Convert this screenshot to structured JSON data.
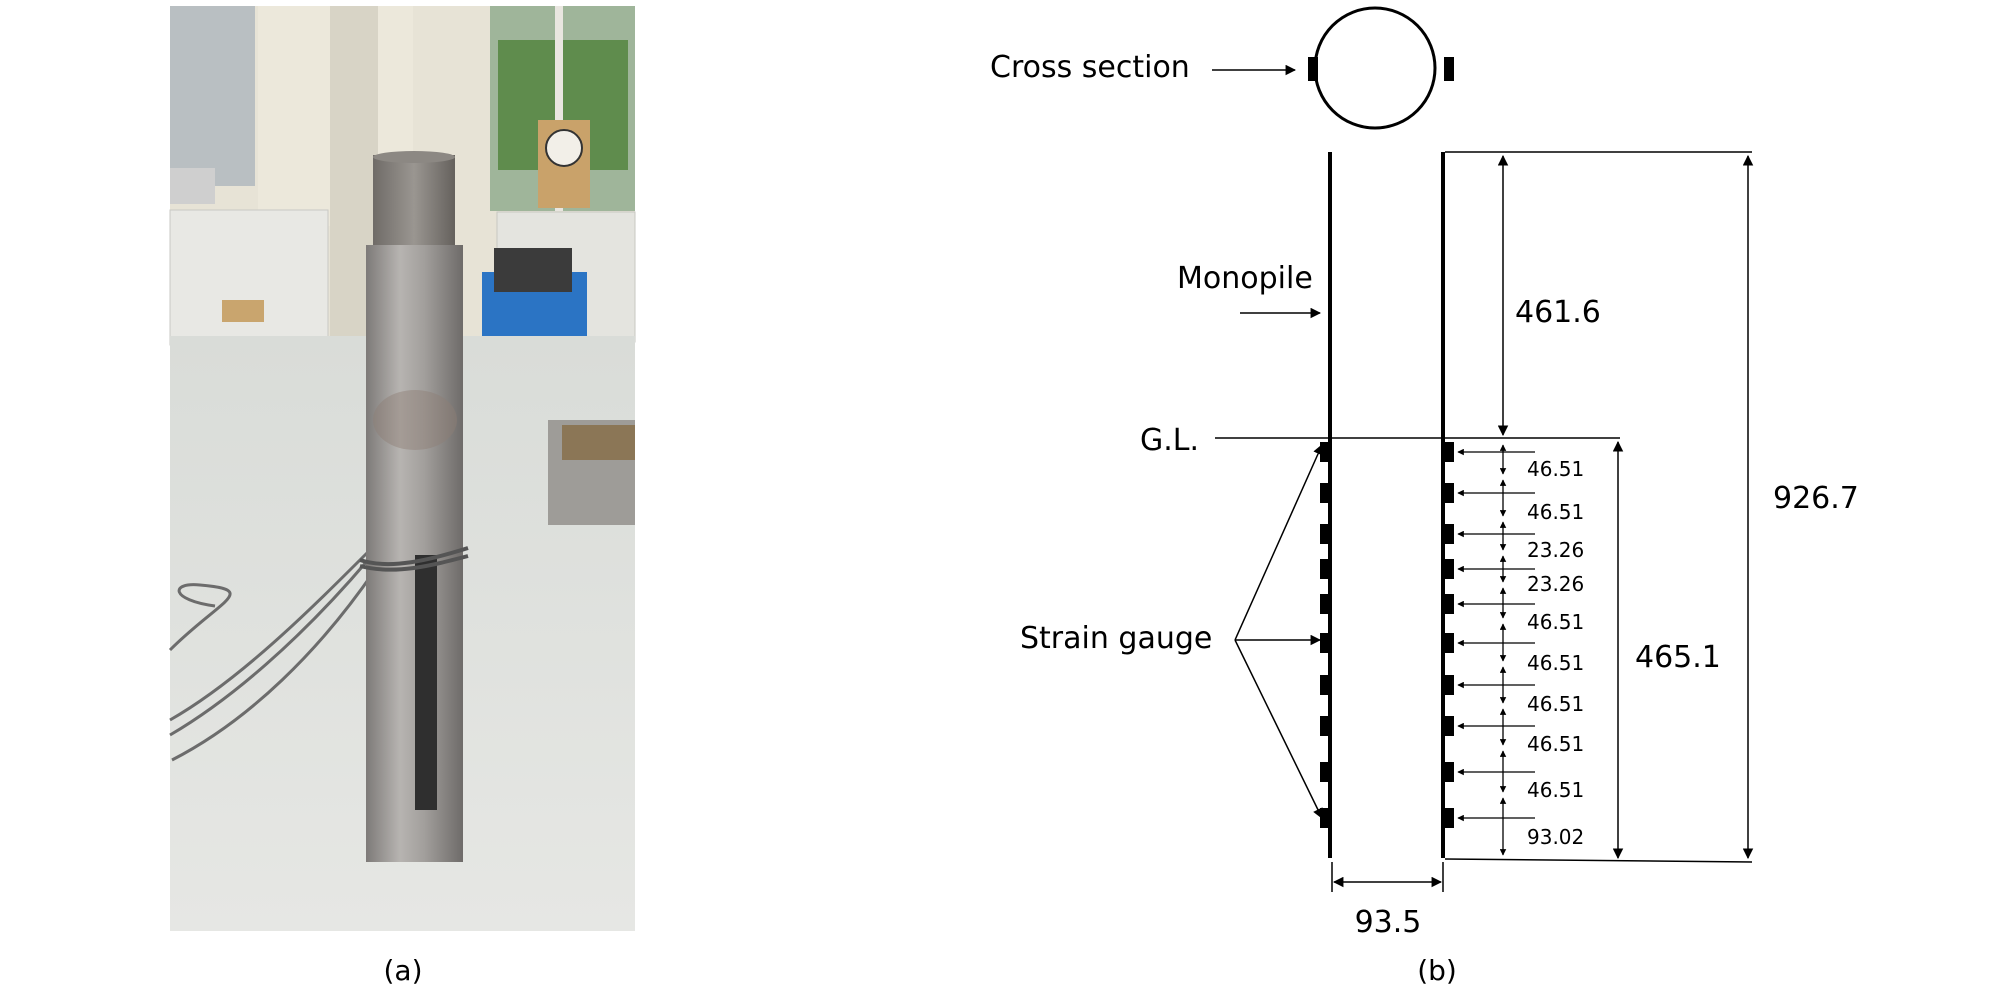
{
  "panel_a": {
    "caption": "(a)"
  },
  "panel_b": {
    "caption": "(b)",
    "labels": {
      "cross_section": "Cross section",
      "monopile": "Monopile",
      "ground_level": "G.L.",
      "strain_gauge": "Strain gauge"
    },
    "dimensions": {
      "above_ground": "461.6",
      "total_length": "926.7",
      "embedded": "465.1",
      "diameter": "93.5",
      "gauge_spacings": [
        "46.51",
        "46.51",
        "23.26",
        "23.26",
        "46.51",
        "46.51",
        "46.51",
        "46.51",
        "46.51",
        "93.02"
      ]
    }
  }
}
